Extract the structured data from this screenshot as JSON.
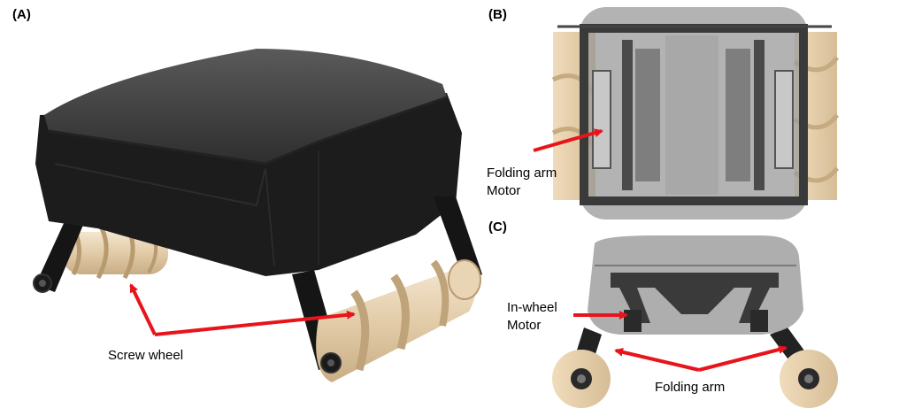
{
  "panels": [
    {
      "id": "A",
      "label": "(A)"
    },
    {
      "id": "B",
      "label": "(B)"
    },
    {
      "id": "C",
      "label": "(C)"
    }
  ],
  "annotations": {
    "screw_wheel": "Screw wheel",
    "folding_arm_motor_line1": "Folding arm",
    "folding_arm_motor_line2": "Motor",
    "in_wheel_motor_line1": "In-wheel",
    "in_wheel_motor_line2": "Motor",
    "folding_arm": "Folding arm"
  },
  "colors": {
    "body_dark": "#1c1c1c",
    "body_top": "#4a4a4a",
    "screw": "#e6d2b2",
    "arrow": "#e8141c",
    "frame": "#3a3a3a",
    "translucent_body": "#9a9a9a"
  }
}
